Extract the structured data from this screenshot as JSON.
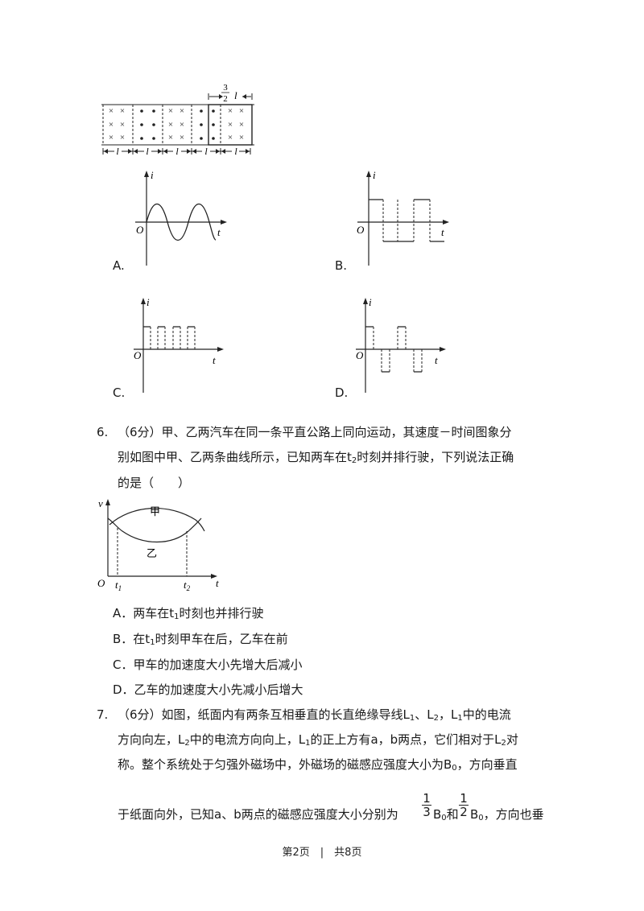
{
  "field_figure": {
    "top_label_num": "3",
    "top_label_den": "2",
    "top_label_var": "l",
    "segment_label": "l"
  },
  "graph_options": {
    "A": "A.",
    "B": "B.",
    "C": "C.",
    "D": "D.",
    "axis_i": "i",
    "axis_t": "t",
    "origin": "O"
  },
  "q6": {
    "number": "6.",
    "line1": "（6分）甲、乙两汽车在同一条平直公路上同向运动，其速度－时间图象分",
    "line2_pre": "别如图中甲、乙两条曲线所示，已知两车在t",
    "line2_sub": "2",
    "line2_post": "时刻并排行驶，下列说法正确",
    "line3": "的是（　　）",
    "figure": {
      "axis_v": "v",
      "axis_t": "t",
      "origin": "O",
      "label_jia": "甲",
      "label_yi": "乙",
      "t1": "t",
      "t1_sub": "1",
      "t2": "t",
      "t2_sub": "2"
    },
    "options": [
      {
        "pre": "A．两车在t",
        "sub": "1",
        "post": "时刻也并排行驶"
      },
      {
        "pre": "B．在t",
        "sub": "1",
        "post": "时刻甲车在后，乙车在前"
      },
      {
        "pre": "C．甲车的加速度大小先增大后减小",
        "sub": "",
        "post": ""
      },
      {
        "pre": "D．乙车的加速度大小先减小后增大",
        "sub": "",
        "post": ""
      }
    ]
  },
  "q7": {
    "number": "7.",
    "line1_a": "（6分）如图，纸面内有两条互相垂直的长直绝缘导线L",
    "line1_b": "、L",
    "line1_c": "，L",
    "line1_d": "中的电流",
    "sub1": "1",
    "sub2": "2",
    "line2_a": "方向向左，L",
    "line2_b": "中的电流方向向上，L",
    "line2_c": "的正上方有a，b两点，它们相对于L",
    "line2_d": "对",
    "line3_a": "称。整个系统处于匀强外磁场中，外磁场的磁感应强度大小为B",
    "line3_b": "，方向垂直",
    "sub0": "0",
    "line4_a": "于纸面向外，已知a、b两点的磁感应强度大小分别为",
    "frac1_num": "1",
    "frac1_den": "3",
    "line4_b": "B",
    "line4_c": "和",
    "frac2_num": "1",
    "frac2_den": "2",
    "line4_d": "B",
    "line4_e": "，方向也垂"
  },
  "footer": {
    "text": "第2页　|　共8页"
  }
}
